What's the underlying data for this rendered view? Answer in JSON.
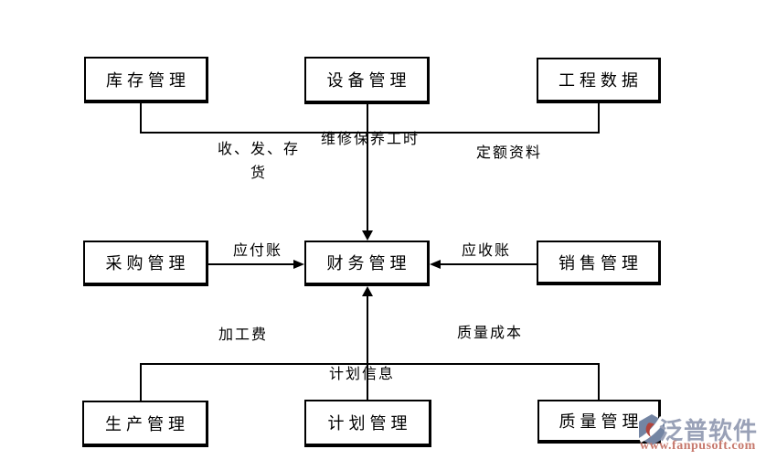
{
  "page": {
    "background": "#ffffff",
    "line_color": "#000000"
  },
  "diagram": {
    "title": "ERP module relationship diagram",
    "nodes": [
      {
        "id": "inventory",
        "label": "库存管理"
      },
      {
        "id": "equipment",
        "label": "设备管理"
      },
      {
        "id": "engineering-data",
        "label": "工程数据"
      },
      {
        "id": "procurement",
        "label": "采购管理"
      },
      {
        "id": "finance",
        "label": "财务管理"
      },
      {
        "id": "sales",
        "label": "销售管理"
      },
      {
        "id": "production",
        "label": "生产管理"
      },
      {
        "id": "planning",
        "label": "计划管理"
      },
      {
        "id": "quality",
        "label": "质量管理"
      }
    ],
    "edge_labels": [
      {
        "id": "receive-send-stock",
        "text": "收、发、存\n货"
      },
      {
        "id": "maintenance-hours",
        "text": "维修保养工时"
      },
      {
        "id": "quota-data",
        "text": "定额资料"
      },
      {
        "id": "accounts-payable",
        "text": "应付账"
      },
      {
        "id": "accounts-receivable",
        "text": "应收账"
      },
      {
        "id": "processing-fee",
        "text": "加工费"
      },
      {
        "id": "quality-cost",
        "text": "质量成本"
      },
      {
        "id": "plan-info",
        "text": "计划信息"
      }
    ]
  },
  "watermark": {
    "brand": "泛普软件",
    "url": "www.fanpusoft.com",
    "brand_color": "#99a1b7",
    "url_color": "#c7796d",
    "icon_blue": "#7485a3",
    "icon_red": "#b2443c"
  }
}
